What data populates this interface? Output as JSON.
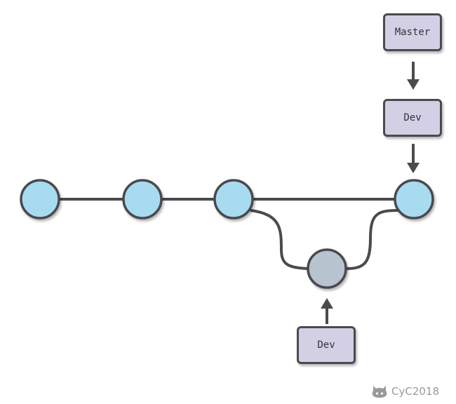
{
  "colors": {
    "commit_fill": "#a9dbf0",
    "merge_parent_fill": "#b7c4cf",
    "edge": "#4a4a4f",
    "label_fill": "#d3d0e6",
    "watermark": "#9a9a9a"
  },
  "commits": [
    {
      "id": "c1",
      "fill": "#a9dbf0"
    },
    {
      "id": "c2",
      "fill": "#a9dbf0"
    },
    {
      "id": "c3",
      "fill": "#a9dbf0"
    },
    {
      "id": "c4",
      "fill": "#b7c4cf"
    },
    {
      "id": "c5",
      "fill": "#a9dbf0"
    }
  ],
  "labels": {
    "master": "Master",
    "dev_top": "Dev",
    "dev_bottom": "Dev"
  },
  "watermark": {
    "text": "CyC2018",
    "icon": "github-octocat-icon"
  }
}
